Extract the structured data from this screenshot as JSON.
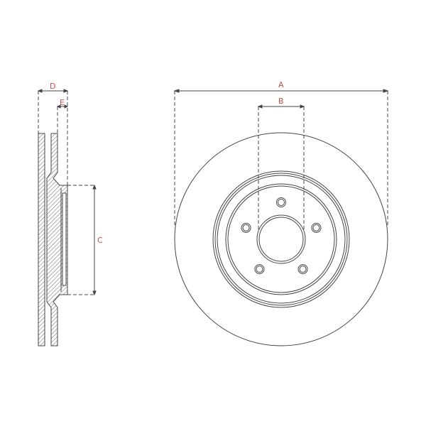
{
  "diagram": {
    "labels": {
      "A": "A",
      "B": "B",
      "C": "C",
      "D": "D",
      "E": "E"
    },
    "colors": {
      "line": "#444444",
      "label": "#c0504d",
      "hatch": "#666666"
    },
    "bolt_holes": 5
  }
}
